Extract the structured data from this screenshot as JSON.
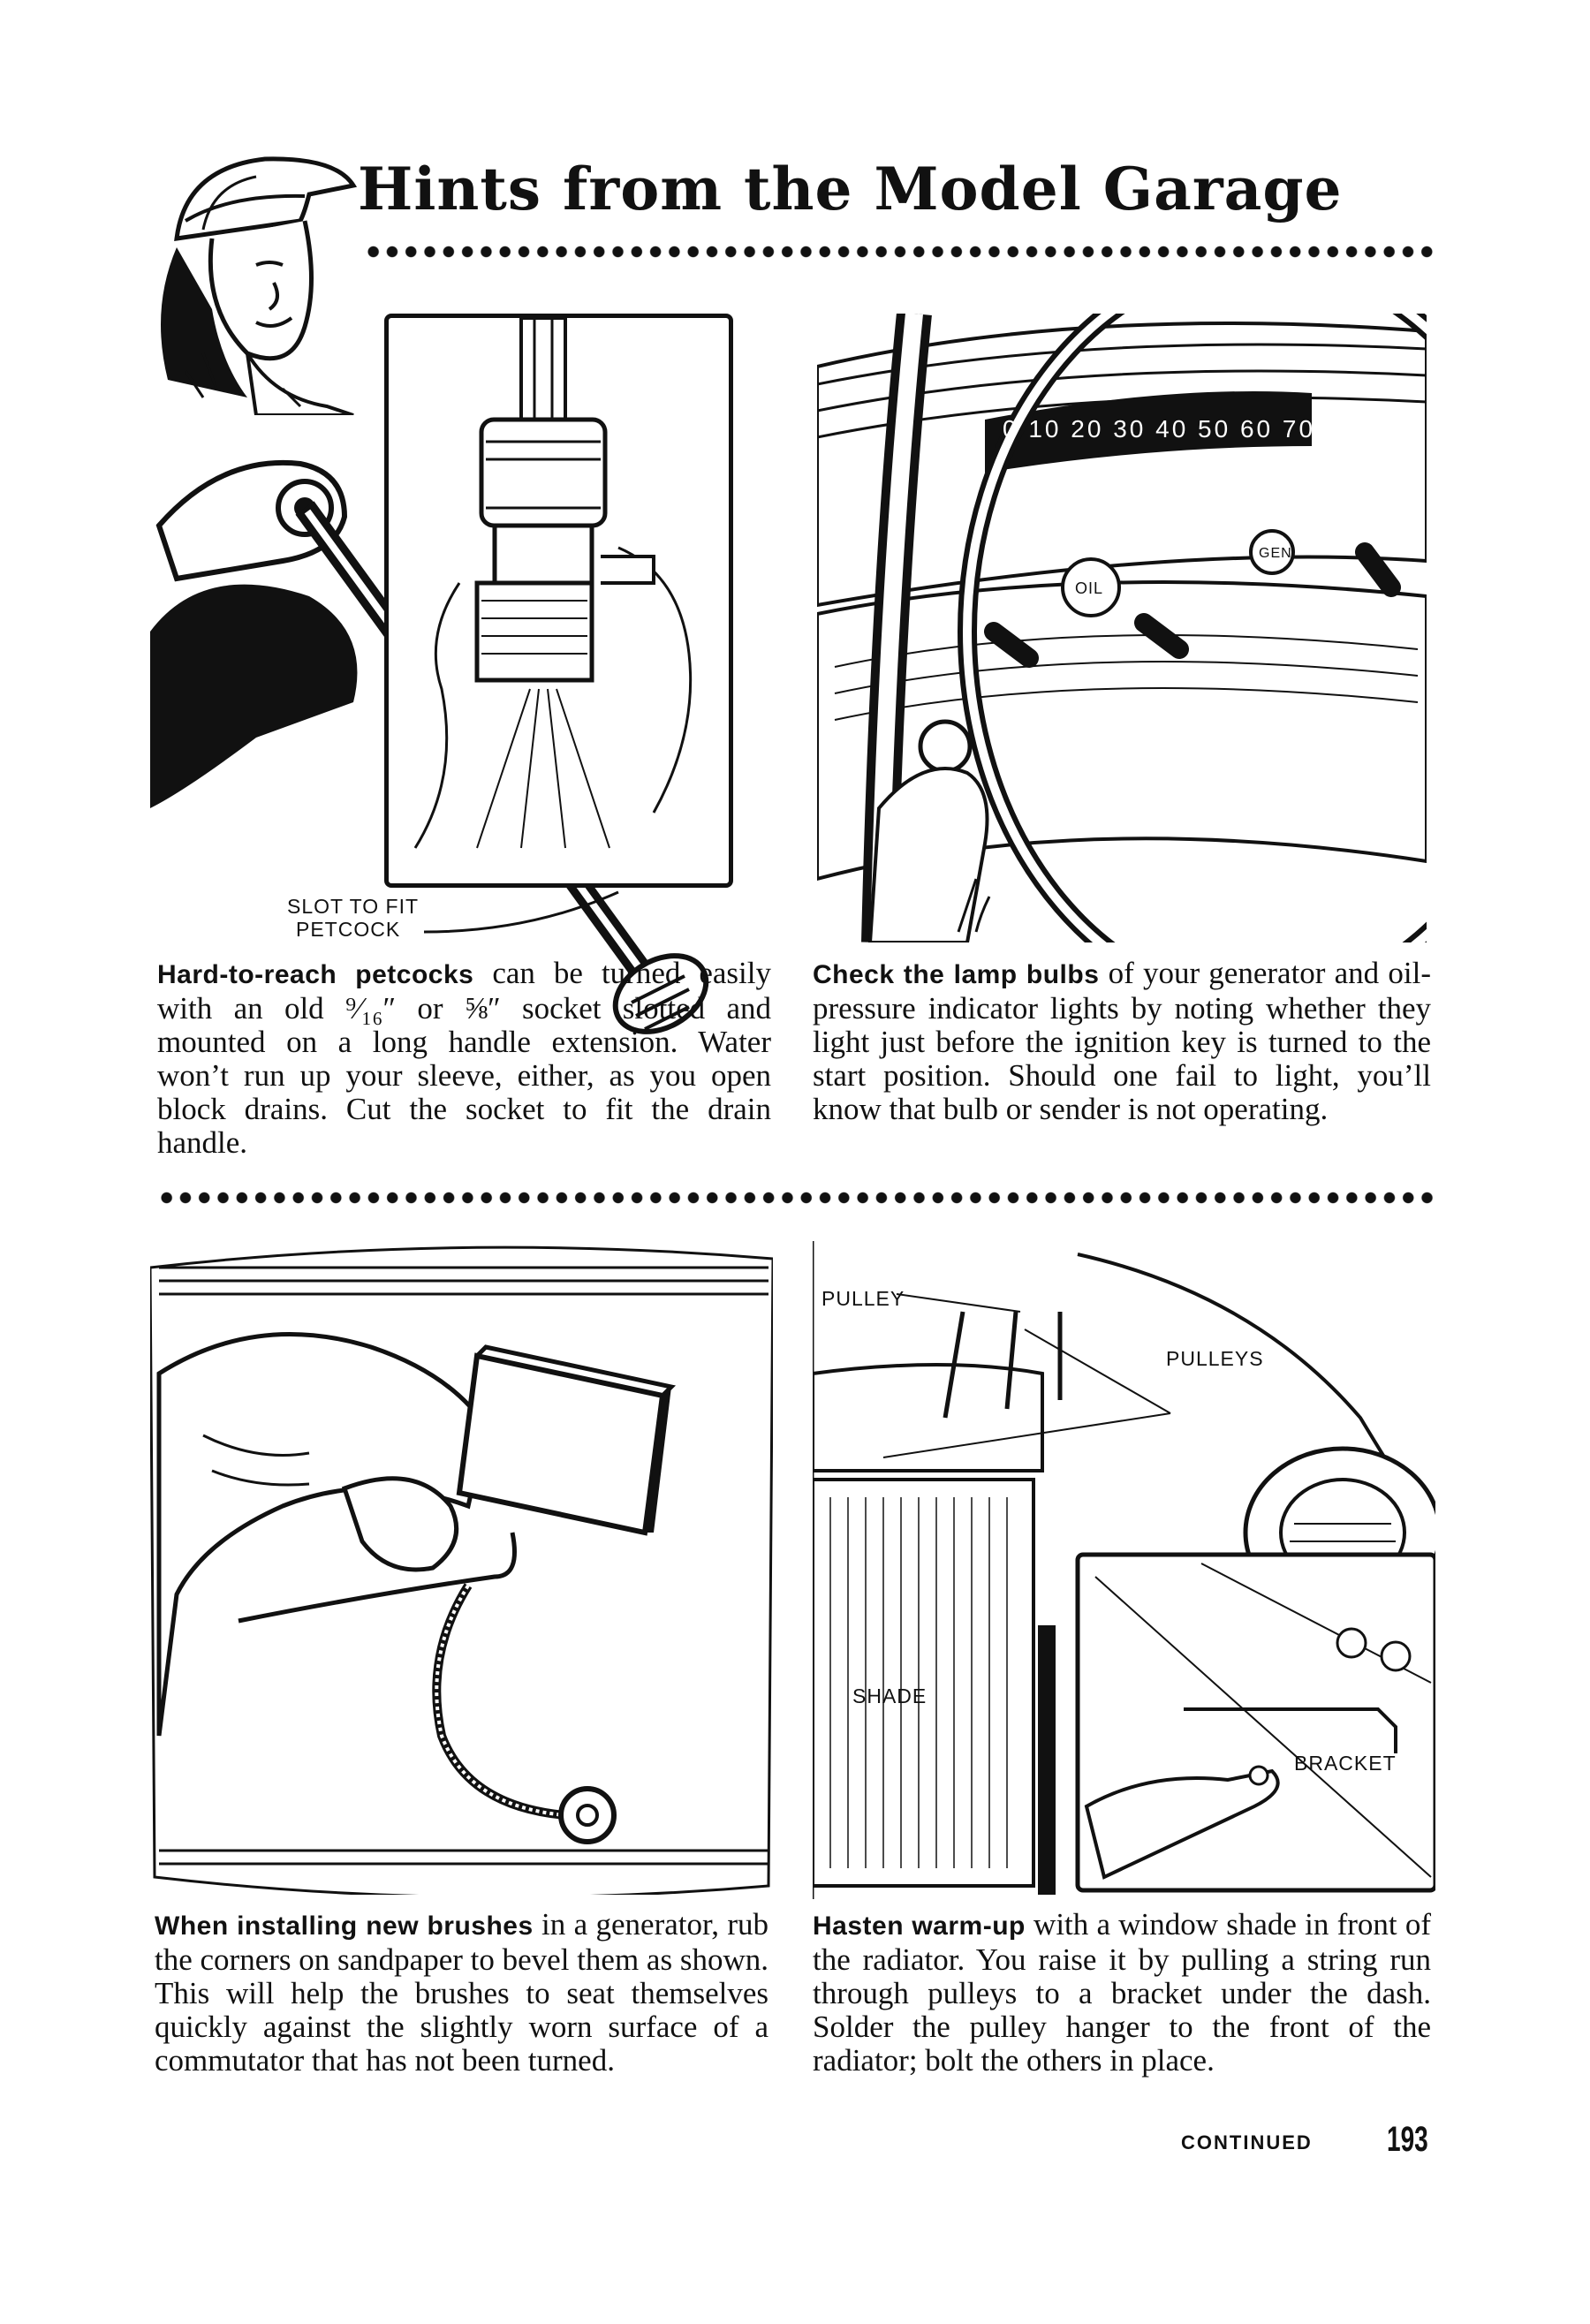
{
  "header": {
    "title": "Hints from the Model Garage"
  },
  "hints": [
    {
      "lead": "Hard-to-reach petcocks",
      "body": " can be turned easily with an old ⁹⁄₁₆″ or ⅝″ socket slotted and mounted on a long handle extension. Water won’t run up your sleeve, either, as you open block drains. Cut the socket to fit the drain handle.",
      "callouts": [
        "SLOT TO FIT",
        "PETCOCK"
      ]
    },
    {
      "lead": "Check the lamp bulbs",
      "body": " of your generator and oil-pressure indicator lights by noting whether they light just before the ignition key is turned to the start position. Should one fail to light, you’ll know that bulb or sender is not operating.",
      "gauge_text": "0 10 20 30 40 50 60 70",
      "lamp_oil": "OIL",
      "lamp_gen": "GEN"
    },
    {
      "lead": "When installing new brushes",
      "body": " in a generator, rub the corners on sandpaper to bevel them as shown. This will help the brushes to seat themselves quickly against the slightly worn surface of a commutator that has not been turned."
    },
    {
      "lead": "Hasten warm-up",
      "body": " with a window shade in front of the radiator. You raise it by pulling a string run through pulleys to a bracket under the dash. Solder the pulley hanger to the front of the radiator; bolt the others in place.",
      "callouts": [
        "PULLEY",
        "PULLEYS",
        "SHADE",
        "BRACKET"
      ]
    }
  ],
  "footer": {
    "continued": "CONTINUED",
    "page_number": "193"
  }
}
